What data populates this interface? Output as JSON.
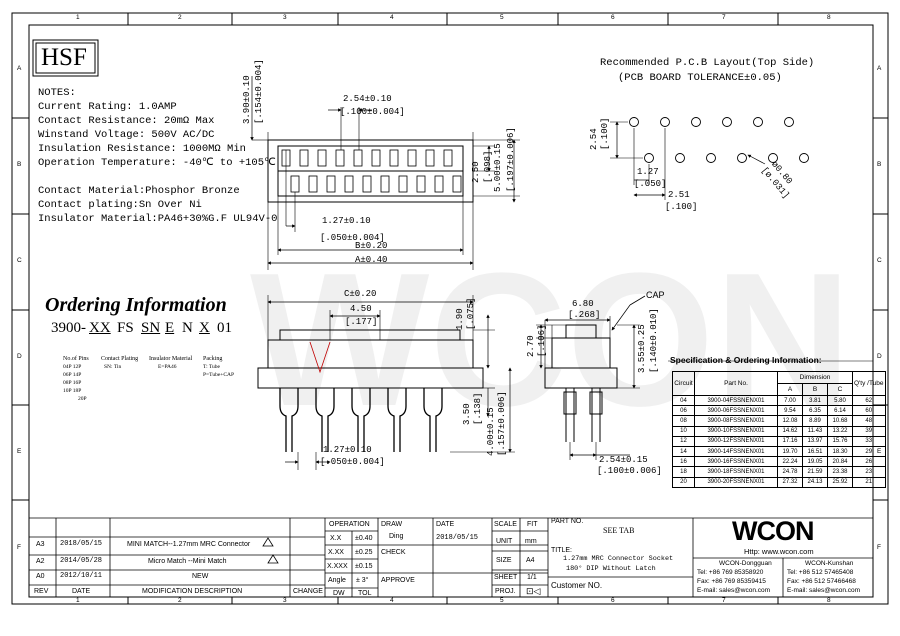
{
  "logo_text": "HSF",
  "notes": {
    "title": "NOTES:",
    "items": [
      "Current Rating: 1.0AMP",
      "Contact Resistance: 20mΩ Max",
      "Winstand Voltage: 500V AC/DC",
      "Insulation Resistance: 1000MΩ Min",
      "Operation Temperature: -40℃ to +105℃"
    ],
    "materials": [
      "Contact Material:Phosphor Bronze",
      "Contact plating:Sn Over Ni",
      "Insulator Material:PA46+30%G.F UL94V-0"
    ]
  },
  "ordering": {
    "title": "Ordering Information",
    "code_prefix": "3900-",
    "code_xx": "XX",
    "code_fs": "FS",
    "code_sn": "SN",
    "code_e": "E",
    "code_n": "N",
    "code_x": "X",
    "code_01": "01",
    "labels": {
      "num_pins": "No.of Pins",
      "pins_list": [
        "04P  12P",
        "06P  14P",
        "08P  16P",
        "10P  18P",
        "20P"
      ],
      "contact_plating": "Contact Plating",
      "contact_plating_value": "SN: Tin",
      "insulator_material": "Insulator Material",
      "insulator_value": "E=PA46",
      "packing": "Packing",
      "packing_values": [
        "T: Tube",
        "P=Tube+CAP"
      ]
    }
  },
  "top_view": {
    "dim_pitch": "2.54±0.10",
    "dim_pitch_in": "[.100±0.004]",
    "dim_height": "3.90±0.10",
    "dim_height_in": "[.154±0.004]",
    "dim_half": "1.27±0.10",
    "dim_half_in": "[.050±0.004]",
    "dim_b": "B±0.20",
    "dim_a": "A±0.40",
    "dim_250": "2.50",
    "dim_250_in": "[.098]",
    "dim_500": "5.00±0.15",
    "dim_500_in": "[.197±0.006]"
  },
  "front_view": {
    "dim_c": "C±0.20",
    "dim_450": "4.50",
    "dim_450_in": "[.177]",
    "dim_190": "1.90",
    "dim_190_in": "[.075]",
    "dim_350": "3.50",
    "dim_350_in": "[.138]",
    "dim_400": "4.00±0.15",
    "dim_400_in": "[.157±0.006]",
    "dim_127": "1.27±0.10",
    "dim_127_in": "[.050±0.004]"
  },
  "side_view": {
    "dim_680": "6.80",
    "dim_680_in": "[.268]",
    "cap_label": "CAP",
    "dim_270": "2.70",
    "dim_270_in": "[.106]",
    "dim_355": "3.55±0.25",
    "dim_355_in": "[.140±0.010]",
    "dim_254": "2.54±0.15",
    "dim_254_in": "[.100±0.006]"
  },
  "pcb": {
    "title": "Recommended P.C.B Layout(Top Side)",
    "subtitle": "(PCB BOARD TOLERANCE±0.05)",
    "dim_254": "2.54",
    "dim_254_in": "[.100]",
    "dim_127": "1.27",
    "dim_127_in": "[.050]",
    "dim_251": "2.51",
    "dim_251_in": "[.100]",
    "dim_hole": "ø0.80",
    "dim_hole_in": "[ø.031]"
  },
  "spec": {
    "title": "Specification & Ordering Information:",
    "headers": {
      "circuit": "Circuit",
      "part_no": "Part No.",
      "dimension": "Dimension",
      "a": "A",
      "b": "B",
      "c": "C",
      "qty": "Q'ty /Tube"
    },
    "rows": [
      {
        "circuit": "04",
        "part": "3900-04FSSNENX01",
        "a": "7.00",
        "b": "3.81",
        "c": "5.80",
        "q": "62"
      },
      {
        "circuit": "06",
        "part": "3900-06FSSNENX01",
        "a": "9.54",
        "b": "6.35",
        "c": "6.14",
        "q": "60"
      },
      {
        "circuit": "08",
        "part": "3900-08FSSNENX01",
        "a": "12.08",
        "b": "8.89",
        "c": "10.68",
        "q": "48"
      },
      {
        "circuit": "10",
        "part": "3900-10FSSNENX01",
        "a": "14.62",
        "b": "11.43",
        "c": "13.22",
        "q": "39"
      },
      {
        "circuit": "12",
        "part": "3900-12FSSNENX01",
        "a": "17.16",
        "b": "13.97",
        "c": "15.76",
        "q": "33"
      },
      {
        "circuit": "14",
        "part": "3900-14FSSNENX01",
        "a": "19.70",
        "b": "16.51",
        "c": "18.30",
        "q": "29"
      },
      {
        "circuit": "16",
        "part": "3900-16FSSNENX01",
        "a": "22.24",
        "b": "19.05",
        "c": "20.84",
        "q": "26"
      },
      {
        "circuit": "18",
        "part": "3900-18FSSNENX01",
        "a": "24.78",
        "b": "21.59",
        "c": "23.38",
        "q": "23"
      },
      {
        "circuit": "20",
        "part": "3900-20FSSNENX01",
        "a": "27.32",
        "b": "24.13",
        "c": "25.92",
        "q": "21"
      }
    ]
  },
  "watermark": "WCON",
  "title_block": {
    "revisions": [
      {
        "rev": "A3",
        "date": "2018/05/15",
        "desc": "MINI MATCH--1.27mm MRC Connector"
      },
      {
        "rev": "A2",
        "date": "2014/05/28",
        "desc": "Micro Match --Mini Match"
      },
      {
        "rev": "A0",
        "date": "2012/10/11",
        "desc": "NEW"
      }
    ],
    "rev_label": "REV",
    "date_label": "DATE",
    "mod_label": "MODIFICATION  DESCRIPTION",
    "change_label": "CHANGE",
    "operation": "OPERATION",
    "tol_x": "X.X",
    "tol_x_val": "±0.40",
    "tol_xx": "X.XX",
    "tol_xx_val": "±0.25",
    "tol_xxx": "X.XXX",
    "tol_xxx_val": "±0.15",
    "angle": "Angle",
    "angle_val": "± 3°",
    "dw": "DW",
    "tol": "TOL",
    "draw": "DRAW",
    "drawer": "Ding",
    "check": "CHECK",
    "approve": "APPROVE",
    "date_hdr": "DATE",
    "date_val": "2018/05/15",
    "scale": "SCALE",
    "scale_val": "FIT",
    "unit": "UNIT",
    "unit_val": "mm",
    "size": "SIZE",
    "size_val": "A4",
    "sheet": "SHEET",
    "sheet_val": "1/1",
    "proj": "PROJ.",
    "part_no_label": "PART NO.",
    "part_no_val": "SEE TAB",
    "title_label": "TITLE:",
    "title_line1": "1.27mm MRC Connector Socket",
    "title_line2": "180° DIP Without Latch",
    "customer_label": "Customer NO.",
    "company_logo": "WCON",
    "website": "Http: www.wcon.com",
    "office1": "WCON-Dongguan",
    "office1_tel": "Tel: +86 769 85358920",
    "office1_fax": "Fax: +86 769 85359415",
    "office1_mail": "E-mail: sales@wcon.com",
    "office2": "WCON-Kunshan",
    "office2_tel": "Tel: +86 512 57465408",
    "office2_fax": "Fax: +86 512 57466468",
    "office2_mail": "E-mail: sales@wcon.com"
  },
  "border": {
    "cols": [
      "1",
      "2",
      "3",
      "4",
      "5",
      "6",
      "7",
      "8"
    ],
    "rows": [
      "A",
      "B",
      "C",
      "D",
      "E",
      "F"
    ]
  }
}
